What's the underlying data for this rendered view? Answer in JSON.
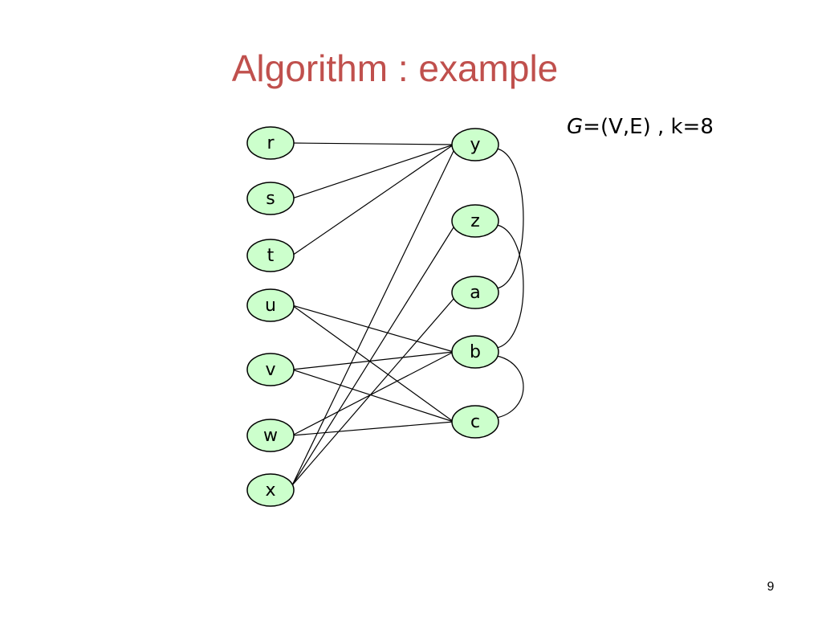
{
  "slide": {
    "title": "Algorithm : example",
    "graph_name": "G",
    "graph_def": "=(V,E) , k=8",
    "page_number": "9"
  },
  "colors": {
    "title": "#c0504d",
    "node_fill": "#ccffcc",
    "node_stroke": "#000000",
    "edge": "#000000"
  },
  "graph": {
    "left_nodes": [
      "r",
      "s",
      "t",
      "u",
      "v",
      "w",
      "x"
    ],
    "right_nodes": [
      "y",
      "z",
      "a",
      "b",
      "c"
    ],
    "edges": [
      [
        "r",
        "y"
      ],
      [
        "s",
        "y"
      ],
      [
        "t",
        "y"
      ],
      [
        "u",
        "b"
      ],
      [
        "u",
        "c"
      ],
      [
        "v",
        "b"
      ],
      [
        "v",
        "c"
      ],
      [
        "w",
        "b"
      ],
      [
        "w",
        "c"
      ],
      [
        "x",
        "y"
      ],
      [
        "x",
        "z"
      ],
      [
        "x",
        "a"
      ]
    ],
    "curved_edges": [
      [
        "y",
        "a"
      ],
      [
        "z",
        "b"
      ],
      [
        "b",
        "c"
      ]
    ]
  }
}
